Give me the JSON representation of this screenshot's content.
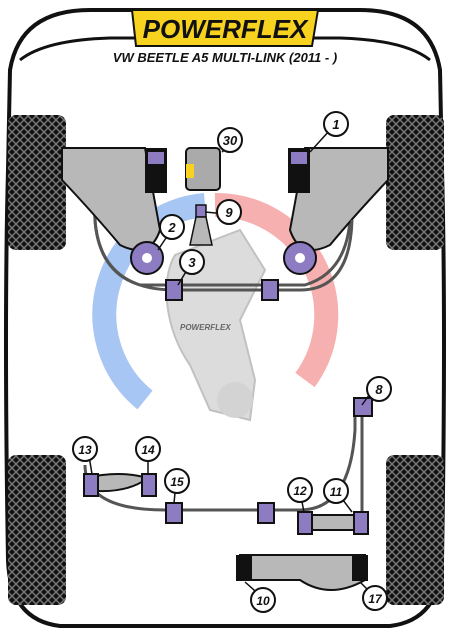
{
  "brand": {
    "logo_text": "POWERFLEX",
    "model_title": "VW BEETLE A5 MULTI-LINK (2011 - )",
    "watermark_text": "POWERFLEX"
  },
  "colors": {
    "purple": "#8e7cc3",
    "yellow": "#f7d21e",
    "black": "#111111",
    "tyre": "#111111",
    "tread": "#777777",
    "arm_fill": "#b8b8b8",
    "watermark_red": "#f5a0a0",
    "watermark_blue": "#8fb4ee"
  },
  "callouts": [
    {
      "id": "c30",
      "label": "30"
    },
    {
      "id": "c1",
      "label": "1"
    },
    {
      "id": "c2",
      "label": "2"
    },
    {
      "id": "c9",
      "label": "9"
    },
    {
      "id": "c3",
      "label": "3"
    },
    {
      "id": "c8",
      "label": "8"
    },
    {
      "id": "c13",
      "label": "13"
    },
    {
      "id": "c14",
      "label": "14"
    },
    {
      "id": "c15",
      "label": "15"
    },
    {
      "id": "c12",
      "label": "12"
    },
    {
      "id": "c11",
      "label": "11"
    },
    {
      "id": "c10",
      "label": "10"
    },
    {
      "id": "c17",
      "label": "17"
    }
  ]
}
